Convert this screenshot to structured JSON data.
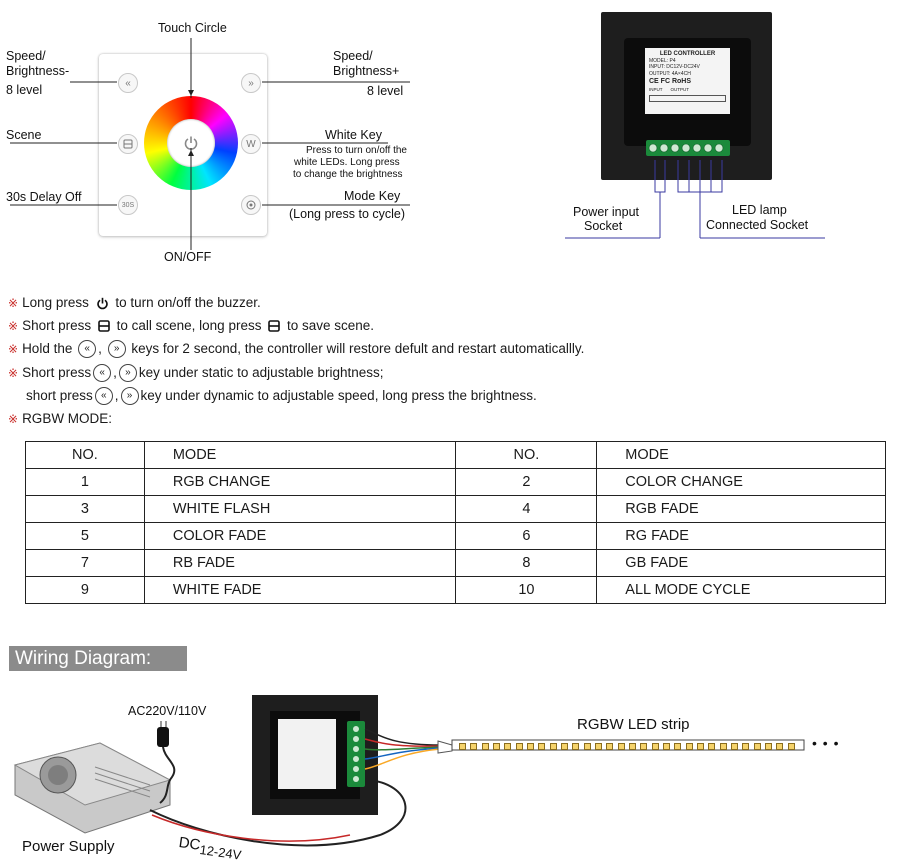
{
  "panel_labels": {
    "touch_circle": "Touch Circle",
    "speed_minus_line1": "Speed/",
    "speed_minus_line2": "Brightness-",
    "speed_minus_line3": "8 level",
    "speed_plus_line1": "Speed/",
    "speed_plus_line2": "Brightness+",
    "speed_plus_line3": "8 level",
    "scene": "Scene",
    "white_key": "White Key",
    "white_key_desc1": "Press to turn on/off the",
    "white_key_desc2": "white LEDs. Long press",
    "white_key_desc3": "to change the brightness",
    "delay_off": "30s Delay Off",
    "mode_key": "Mode Key",
    "mode_key_desc": "(Long press to cycle)",
    "on_off": "ON/OFF",
    "key_30s": "30S",
    "key_w": "W"
  },
  "controller": {
    "title": "LED CONTROLLER",
    "model": "MODEL: P4",
    "input": "INPUT: DC12V-DC24V",
    "output": "OUTPUT: 4A×4CH",
    "certs": "CE  FC  RoHS",
    "input_hdr": "INPUT",
    "output_hdr": "OUTPUT",
    "power_label1": "Power input",
    "power_label2": "Socket",
    "led_label1": "LED lamp",
    "led_label2": "Connected Socket"
  },
  "notes": {
    "n1a": "Long press",
    "n1b": "to  turn  on/off  the  buzzer.",
    "n2a": "Short  press",
    "n2b": "to  call  scene,  long  press",
    "n2c": "to  save  scene.",
    "n3a": "Hold  the",
    "n3b": ",",
    "n3c": "keys  for  2  second, the  controller  will  restore  defult  and  restart  automaticallly.",
    "n4a": "Short  press",
    "n4b": ",",
    "n4c": "key under static to adjustable brightness;",
    "n5a": "short press",
    "n5b": ",",
    "n5c": "key under dynamic to  adjustable speed, long press the brightness.",
    "n6": "RGBW MODE:",
    "mark": "※"
  },
  "table": {
    "headers": [
      "NO.",
      "MODE",
      "NO.",
      "MODE"
    ],
    "rows": [
      [
        "1",
        "RGB CHANGE",
        "2",
        "COLOR  CHANGE"
      ],
      [
        "3",
        "WHITE FLASH",
        "4",
        "RGB  FADE"
      ],
      [
        "5",
        "COLOR  FADE",
        "6",
        "RG FADE"
      ],
      [
        "7",
        "RB  FADE",
        "8",
        "GB FADE"
      ],
      [
        "9",
        "WHITE FADE",
        "10",
        "ALL  MODE  CYCLE"
      ]
    ]
  },
  "wiring": {
    "title": "Wiring Diagram:",
    "ac": "AC220V/110V",
    "strip": "RGBW LED strip",
    "psu": "Power Supply",
    "dc": "DC",
    "dc_sub": "12-24V",
    "dots": "• • •"
  }
}
